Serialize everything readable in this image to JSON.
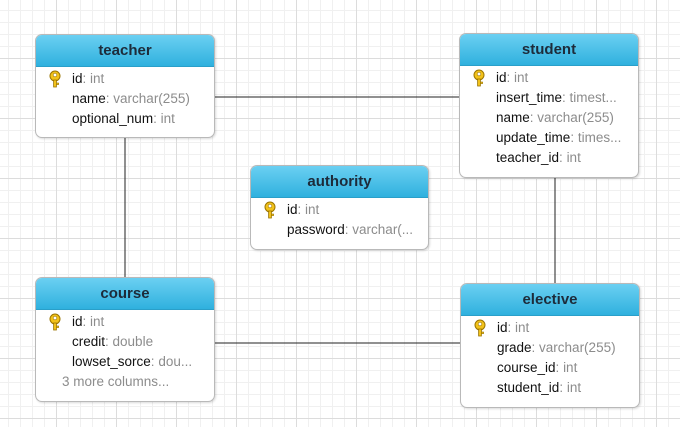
{
  "entities": {
    "teacher": {
      "name": "teacher",
      "columns": [
        {
          "name": "id",
          "type": "int",
          "primary_key": true
        },
        {
          "name": "name",
          "type": "varchar(255)"
        },
        {
          "name": "optional_num",
          "type": "int"
        }
      ]
    },
    "student": {
      "name": "student",
      "columns": [
        {
          "name": "id",
          "type": "int",
          "primary_key": true
        },
        {
          "name": "insert_time",
          "type": "timest..."
        },
        {
          "name": "name",
          "type": "varchar(255)"
        },
        {
          "name": "update_time",
          "type": "times..."
        },
        {
          "name": "teacher_id",
          "type": "int"
        }
      ]
    },
    "authority": {
      "name": "authority",
      "columns": [
        {
          "name": "id",
          "type": "int",
          "primary_key": true
        },
        {
          "name": "password",
          "type": "varchar(..."
        }
      ]
    },
    "course": {
      "name": "course",
      "columns": [
        {
          "name": "id",
          "type": "int",
          "primary_key": true
        },
        {
          "name": "credit",
          "type": "double"
        },
        {
          "name": "lowset_sorce",
          "type": "dou..."
        }
      ],
      "more": "3 more columns..."
    },
    "elective": {
      "name": "elective",
      "columns": [
        {
          "name": "id",
          "type": "int",
          "primary_key": true
        },
        {
          "name": "grade",
          "type": "varchar(255)"
        },
        {
          "name": "course_id",
          "type": "int"
        },
        {
          "name": "student_id",
          "type": "int"
        }
      ]
    }
  },
  "relationships": [
    {
      "from": "teacher",
      "to": "student"
    },
    {
      "from": "teacher",
      "to": "course"
    },
    {
      "from": "student",
      "to": "elective"
    },
    {
      "from": "course",
      "to": "elective"
    }
  ],
  "colors": {
    "header_top": "#6bd0f2",
    "header_bottom": "#2fb1de",
    "key": "#f2c21a",
    "type_text": "#8c8c8c"
  },
  "icon": "key-icon"
}
